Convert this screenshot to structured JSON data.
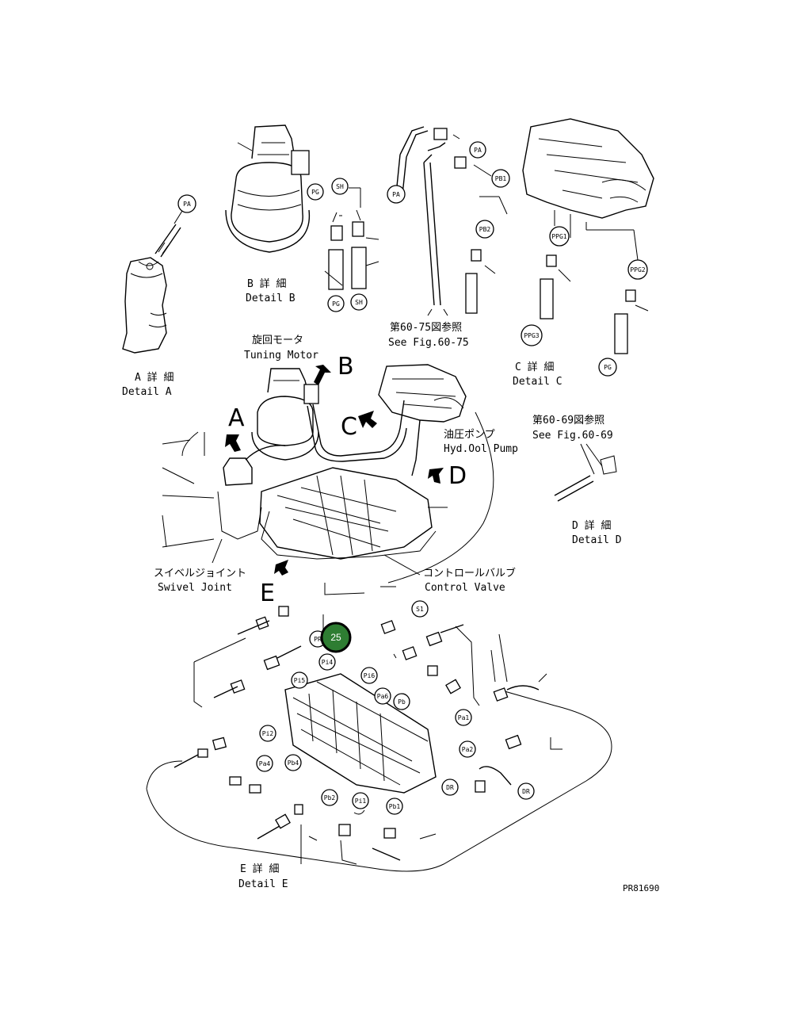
{
  "labels": {
    "detail_a_jp": "A 詳 細",
    "detail_a_en": "Detail A",
    "detail_b_jp": "B 詳 細",
    "detail_b_en": "Detail B",
    "detail_c_jp": "C 詳 細",
    "detail_c_en": "Detail C",
    "detail_d_jp": "D 詳 細",
    "detail_d_en": "Detail D",
    "detail_e_jp": "E 詳 細",
    "detail_e_en": "Detail E",
    "ref_75_jp": "第60-75図参照",
    "ref_75_en": "See Fig.60-75",
    "ref_69_jp": "第60-69図参照",
    "ref_69_en": "See Fig.60-69",
    "turning_motor_jp": "旋回モータ",
    "turning_motor_en": "Tuning Motor",
    "pump_jp": "油圧ポンプ",
    "pump_en": "Hyd.Ool Pump",
    "swivel_jp": "スイベルジョイント",
    "swivel_en": "Swivel Joint",
    "control_jp": "コントロールバルブ",
    "control_en": "Control Valve",
    "drawing_no": "PR81690"
  },
  "view_letters": {
    "a": "A",
    "b": "B",
    "c": "C",
    "d": "D",
    "e": "E"
  },
  "bubbles": {
    "pa_a": "PA",
    "pg_b_top": "PG",
    "sh_b_top": "SH",
    "pg_b_bot": "PG",
    "sh_b_bot": "SH",
    "pa_top": "PA",
    "pa_left": "PA",
    "pb1": "PB1",
    "pb2": "PB2",
    "ppg1": "PPG1",
    "ppg2": "PPG2",
    "ppg3": "PPG3",
    "pg_c": "PG",
    "s1": "S1",
    "pi4": "Pi4",
    "pi5": "Pi5",
    "pi6": "Pi6",
    "pa6": "Pa6",
    "pb": "Pb",
    "pa1": "Pa1",
    "pa2": "Pa2",
    "pi2": "Pi2",
    "pa4": "Pa4",
    "pb4": "Pb4",
    "pb2_e": "Pb2",
    "pi1": "Pi1",
    "pb1_e": "Pb1",
    "dr1": "DR",
    "dr2": "DR",
    "pr": "PR"
  },
  "hotspot": {
    "number": "25",
    "color": "#2e7d32"
  }
}
